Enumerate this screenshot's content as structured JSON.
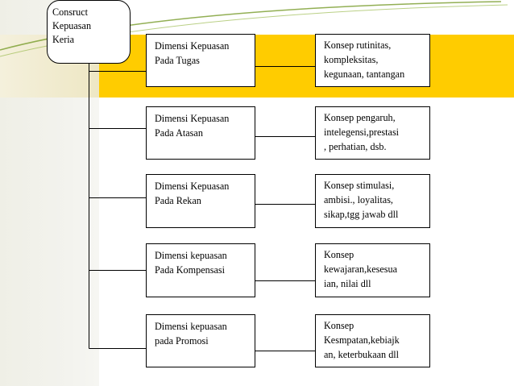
{
  "root": {
    "lines": [
      "Consruct",
      "Kepuasan",
      "Keria"
    ]
  },
  "dimensions": [
    {
      "lines": [
        "Dimensi Kepuasan",
        "Pada Tugas"
      ]
    },
    {
      "lines": [
        "Dimensi Kepuasan",
        "Pada Atasan"
      ]
    },
    {
      "lines": [
        "Dimensi Kepuasan",
        "Pada Rekan"
      ]
    },
    {
      "lines": [
        "Dimensi kepuasan",
        "Pada Kompensasi"
      ]
    },
    {
      "lines": [
        "Dimensi kepuasan",
        "pada Promosi"
      ]
    }
  ],
  "concepts": [
    {
      "lines": [
        "Konsep rutinitas,",
        "kompleksitas,",
        "kegunaan, tantangan"
      ]
    },
    {
      "lines": [
        "Konsep pengaruh,",
        "intelegensi,prestasi",
        ", perhatian, dsb."
      ]
    },
    {
      "lines": [
        "Konsep stimulasi,",
        "ambisi., loyalitas,",
        "sikap,tgg jawab dll"
      ]
    },
    {
      "lines": [
        "Konsep",
        "kewajaran,kesesua",
        "ian, nilai dll"
      ]
    },
    {
      "lines": [
        "Konsep",
        "Kesmpatan,kebiajk",
        "an, keterbukaan dll"
      ]
    }
  ],
  "colors": {
    "band": "#ffcc00",
    "swoosh": "#7fa136",
    "line": "#000000"
  }
}
